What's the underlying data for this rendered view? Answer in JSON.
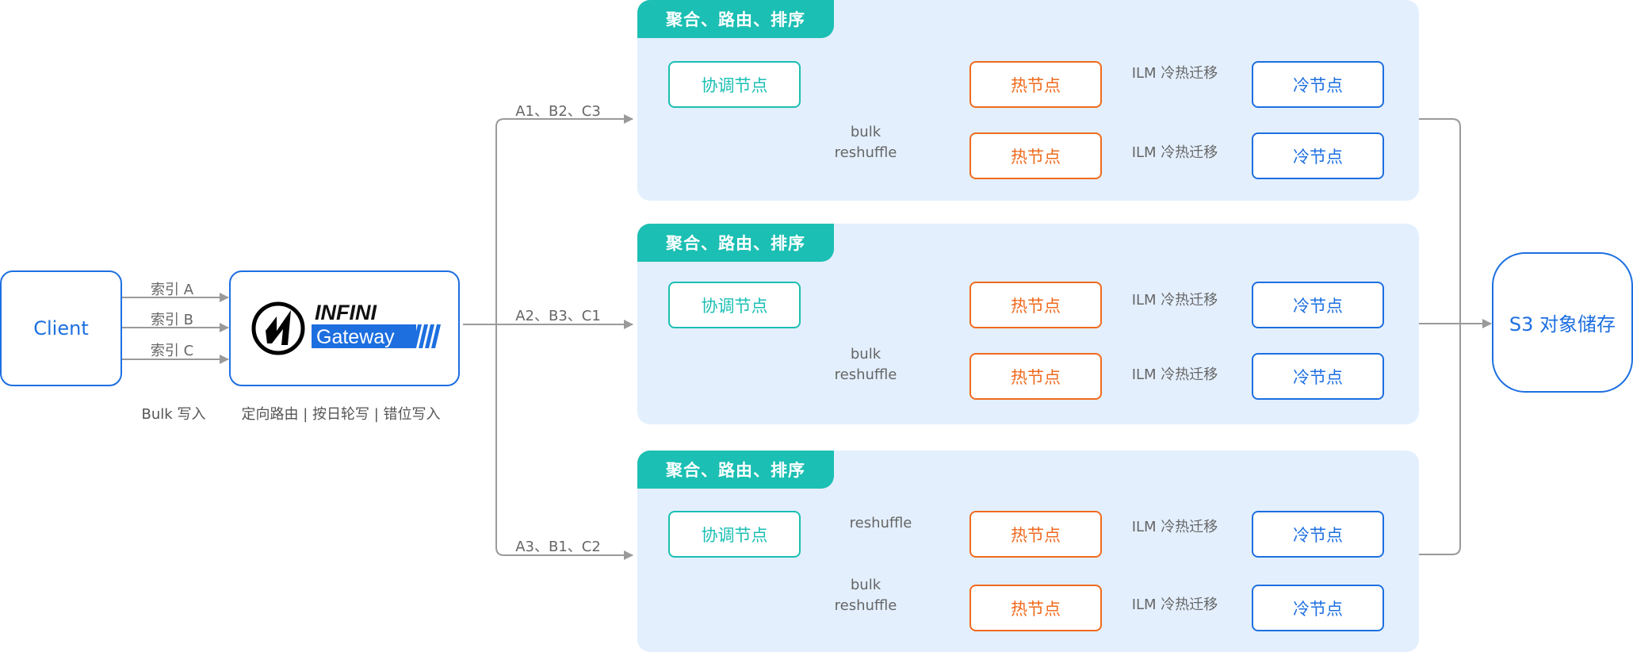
{
  "client": {
    "label": "Client"
  },
  "index_links": [
    {
      "label": "索引 A"
    },
    {
      "label": "索引 B"
    },
    {
      "label": "索引 C"
    }
  ],
  "gateway": {
    "logo_top": "INFINI",
    "logo_bottom": "Gateway",
    "brand_color": "#1d6fe0"
  },
  "captions": {
    "bulk_write": "Bulk 写入",
    "gateway_features": "定向路由 | 按日轮写 | 错位写入"
  },
  "routes": [
    {
      "label": "A1、B2、C3"
    },
    {
      "label": "A2、B3、C1"
    },
    {
      "label": "A3、B1、C2"
    }
  ],
  "clusters": [
    {
      "tab": "聚合、路由、排序",
      "coordinator": "协调节点",
      "edge_top_label": "",
      "edge_bottom_label": [
        "bulk",
        "reshuffle"
      ],
      "hot_nodes": [
        "热节点",
        "热节点"
      ],
      "ilm_labels": [
        "ILM 冷热迁移",
        "ILM 冷热迁移"
      ],
      "cold_nodes": [
        "冷节点",
        "冷节点"
      ]
    },
    {
      "tab": "聚合、路由、排序",
      "coordinator": "协调节点",
      "edge_top_label": "",
      "edge_bottom_label": [
        "bulk",
        "reshuffle"
      ],
      "hot_nodes": [
        "热节点",
        "热节点"
      ],
      "ilm_labels": [
        "ILM 冷热迁移",
        "ILM 冷热迁移"
      ],
      "cold_nodes": [
        "冷节点",
        "冷节点"
      ]
    },
    {
      "tab": "聚合、路由、排序",
      "coordinator": "协调节点",
      "edge_top_label": "reshuffle",
      "edge_bottom_label": [
        "bulk",
        "reshuffle"
      ],
      "hot_nodes": [
        "热节点",
        "热节点"
      ],
      "ilm_labels": [
        "ILM 冷热迁移",
        "ILM 冷热迁移"
      ],
      "cold_nodes": [
        "冷节点",
        "冷节点"
      ]
    }
  ],
  "storage": {
    "label": "S3 对象储存"
  },
  "colors": {
    "blue": "#1d6fe0",
    "teal": "#1bbfb3",
    "orange": "#f06a1e",
    "region_bg": "#e3effd",
    "wire": "#9a9a9a"
  }
}
